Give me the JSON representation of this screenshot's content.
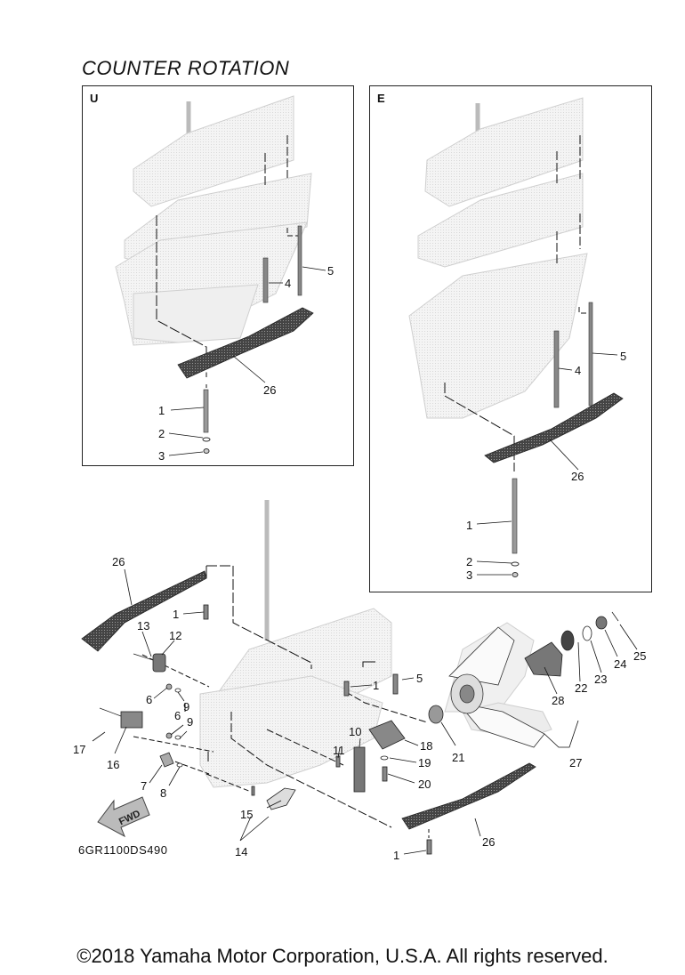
{
  "title": "COUNTER ROTATION",
  "panels": {
    "u": {
      "label": "U"
    },
    "e": {
      "label": "E"
    }
  },
  "diagram_code": "6GR1100DS490",
  "fwd_label": "FWD",
  "copyright": "©2018 Yamaha Motor Corporation, U.S.A. All rights reserved.",
  "callouts": {
    "u": [
      "4",
      "5",
      "26",
      "1",
      "2",
      "3"
    ],
    "e": [
      "4",
      "5",
      "26",
      "1",
      "2",
      "3"
    ],
    "main": [
      "26",
      "1",
      "13",
      "12",
      "6",
      "9",
      "17",
      "16",
      "6",
      "9",
      "7",
      "8",
      "10",
      "11",
      "1",
      "5",
      "18",
      "19",
      "20",
      "21",
      "22",
      "23",
      "24",
      "25",
      "28",
      "27",
      "15",
      "14",
      "26",
      "1"
    ]
  }
}
